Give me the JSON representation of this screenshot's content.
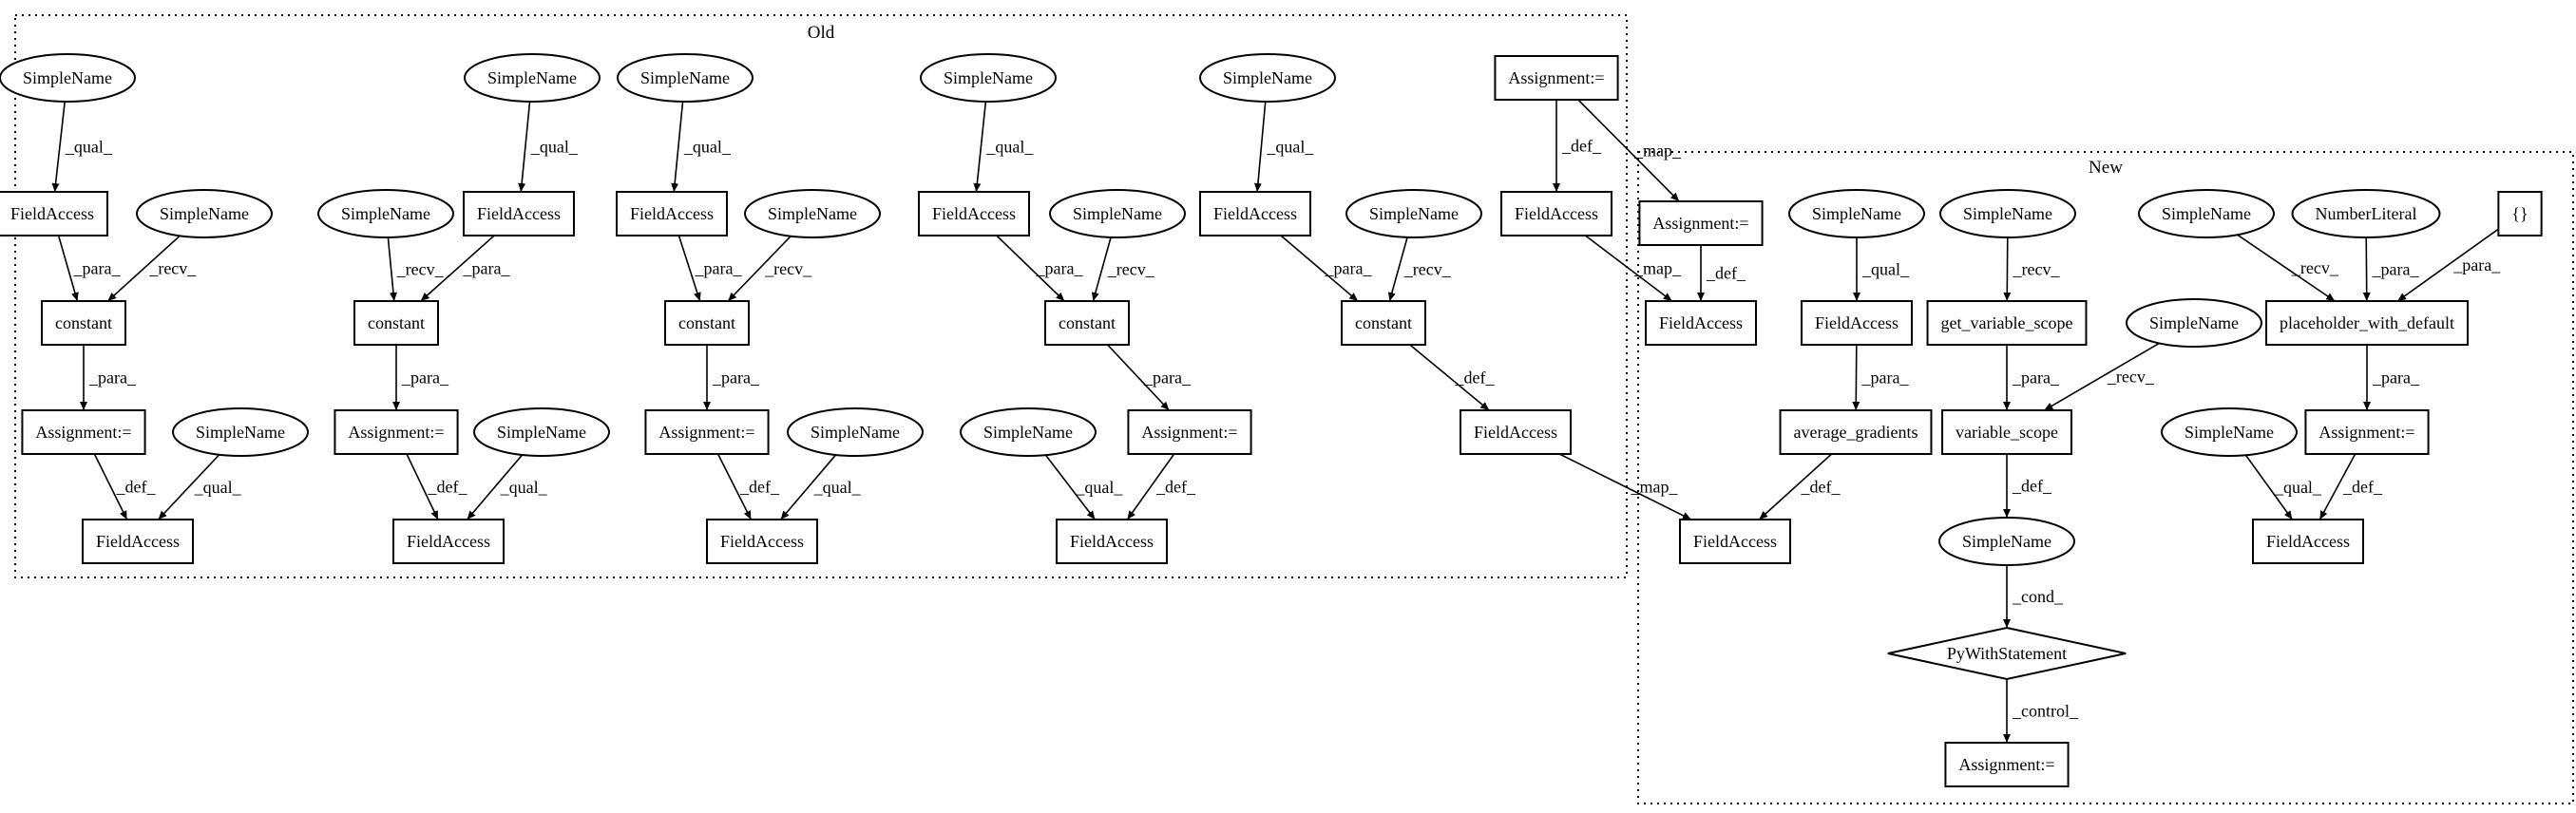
{
  "clusters": [
    {
      "id": "old",
      "label": "Old"
    },
    {
      "id": "new",
      "label": "New"
    }
  ],
  "nodes": [
    {
      "id": "o_sn1",
      "label": "SimpleName",
      "shape": "ellipse"
    },
    {
      "id": "o_fa1",
      "label": "FieldAccess",
      "shape": "box"
    },
    {
      "id": "o_sn2",
      "label": "SimpleName",
      "shape": "ellipse"
    },
    {
      "id": "o_c1",
      "label": "constant",
      "shape": "box"
    },
    {
      "id": "o_as1",
      "label": "Assignment:=",
      "shape": "box"
    },
    {
      "id": "o_sn3",
      "label": "SimpleName",
      "shape": "ellipse"
    },
    {
      "id": "o_fb1",
      "label": "FieldAccess",
      "shape": "box"
    },
    {
      "id": "o_sn4",
      "label": "SimpleName",
      "shape": "ellipse"
    },
    {
      "id": "o_sn5",
      "label": "SimpleName",
      "shape": "ellipse"
    },
    {
      "id": "o_fa2",
      "label": "FieldAccess",
      "shape": "box"
    },
    {
      "id": "o_c2",
      "label": "constant",
      "shape": "box"
    },
    {
      "id": "o_as2",
      "label": "Assignment:=",
      "shape": "box"
    },
    {
      "id": "o_sn6",
      "label": "SimpleName",
      "shape": "ellipse"
    },
    {
      "id": "o_fb2",
      "label": "FieldAccess",
      "shape": "box"
    },
    {
      "id": "o_sn7",
      "label": "SimpleName",
      "shape": "ellipse"
    },
    {
      "id": "o_fa3",
      "label": "FieldAccess",
      "shape": "box"
    },
    {
      "id": "o_sn8",
      "label": "SimpleName",
      "shape": "ellipse"
    },
    {
      "id": "o_c3",
      "label": "constant",
      "shape": "box"
    },
    {
      "id": "o_as3",
      "label": "Assignment:=",
      "shape": "box"
    },
    {
      "id": "o_sn9",
      "label": "SimpleName",
      "shape": "ellipse"
    },
    {
      "id": "o_fb3",
      "label": "FieldAccess",
      "shape": "box"
    },
    {
      "id": "o_sn10",
      "label": "SimpleName",
      "shape": "ellipse"
    },
    {
      "id": "o_fa4",
      "label": "FieldAccess",
      "shape": "box"
    },
    {
      "id": "o_sn11",
      "label": "SimpleName",
      "shape": "ellipse"
    },
    {
      "id": "o_c4",
      "label": "constant",
      "shape": "box"
    },
    {
      "id": "o_as4",
      "label": "Assignment:=",
      "shape": "box"
    },
    {
      "id": "o_sn12",
      "label": "SimpleName",
      "shape": "ellipse"
    },
    {
      "id": "o_fb4",
      "label": "FieldAccess",
      "shape": "box"
    },
    {
      "id": "o_sn13",
      "label": "SimpleName",
      "shape": "ellipse"
    },
    {
      "id": "o_fa5",
      "label": "FieldAccess",
      "shape": "box"
    },
    {
      "id": "o_sn14",
      "label": "SimpleName",
      "shape": "ellipse"
    },
    {
      "id": "o_c5",
      "label": "constant",
      "shape": "box"
    },
    {
      "id": "o_fa6",
      "label": "FieldAccess",
      "shape": "box"
    },
    {
      "id": "o_as5",
      "label": "Assignment:=",
      "shape": "box"
    },
    {
      "id": "o_fa7",
      "label": "FieldAccess",
      "shape": "box"
    },
    {
      "id": "n_as1",
      "label": "Assignment:=",
      "shape": "box"
    },
    {
      "id": "n_fa1",
      "label": "FieldAccess",
      "shape": "box"
    },
    {
      "id": "n_sn1",
      "label": "SimpleName",
      "shape": "ellipse"
    },
    {
      "id": "n_fa2",
      "label": "FieldAccess",
      "shape": "box"
    },
    {
      "id": "n_ag",
      "label": "average_gradients",
      "shape": "box"
    },
    {
      "id": "n_fa3",
      "label": "FieldAccess",
      "shape": "box"
    },
    {
      "id": "n_sn2",
      "label": "SimpleName",
      "shape": "ellipse"
    },
    {
      "id": "n_gvs",
      "label": "get_variable_scope",
      "shape": "box"
    },
    {
      "id": "n_sn3",
      "label": "SimpleName",
      "shape": "ellipse"
    },
    {
      "id": "n_vs",
      "label": "variable_scope",
      "shape": "box"
    },
    {
      "id": "n_sn4",
      "label": "SimpleName",
      "shape": "ellipse"
    },
    {
      "id": "n_pws",
      "label": "PyWithStatement",
      "shape": "diamond"
    },
    {
      "id": "n_as2",
      "label": "Assignment:=",
      "shape": "box"
    },
    {
      "id": "n_sn5",
      "label": "SimpleName",
      "shape": "ellipse"
    },
    {
      "id": "n_nl",
      "label": "NumberLiteral",
      "shape": "ellipse"
    },
    {
      "id": "n_br",
      "label": "{}",
      "shape": "box"
    },
    {
      "id": "n_pwd",
      "label": "placeholder_with_default",
      "shape": "box"
    },
    {
      "id": "n_as3",
      "label": "Assignment:=",
      "shape": "box"
    },
    {
      "id": "n_sn6",
      "label": "SimpleName",
      "shape": "ellipse"
    },
    {
      "id": "n_fa4",
      "label": "FieldAccess",
      "shape": "box"
    }
  ],
  "edges": [
    {
      "from": "o_sn1",
      "to": "o_fa1",
      "label": "_qual_"
    },
    {
      "from": "o_fa1",
      "to": "o_c1",
      "label": "_para_"
    },
    {
      "from": "o_sn2",
      "to": "o_c1",
      "label": "_recv_"
    },
    {
      "from": "o_c1",
      "to": "o_as1",
      "label": "_para_"
    },
    {
      "from": "o_as1",
      "to": "o_fb1",
      "label": "_def_"
    },
    {
      "from": "o_sn3",
      "to": "o_fb1",
      "label": "_qual_"
    },
    {
      "from": "o_sn4",
      "to": "o_fa2",
      "label": "_qual_"
    },
    {
      "from": "o_sn5",
      "to": "o_c2",
      "label": "_recv_"
    },
    {
      "from": "o_fa2",
      "to": "o_c2",
      "label": "_para_"
    },
    {
      "from": "o_c2",
      "to": "o_as2",
      "label": "_para_"
    },
    {
      "from": "o_as2",
      "to": "o_fb2",
      "label": "_def_"
    },
    {
      "from": "o_sn6",
      "to": "o_fb2",
      "label": "_qual_"
    },
    {
      "from": "o_sn7",
      "to": "o_fa3",
      "label": "_qual_"
    },
    {
      "from": "o_fa3",
      "to": "o_c3",
      "label": "_para_"
    },
    {
      "from": "o_sn8",
      "to": "o_c3",
      "label": "_recv_"
    },
    {
      "from": "o_c3",
      "to": "o_as3",
      "label": "_para_"
    },
    {
      "from": "o_as3",
      "to": "o_fb3",
      "label": "_def_"
    },
    {
      "from": "o_sn9",
      "to": "o_fb3",
      "label": "_qual_"
    },
    {
      "from": "o_sn10",
      "to": "o_fa4",
      "label": "_qual_"
    },
    {
      "from": "o_fa4",
      "to": "o_c4",
      "label": "_para_"
    },
    {
      "from": "o_sn11",
      "to": "o_c4",
      "label": "_recv_"
    },
    {
      "from": "o_c4",
      "to": "o_as4",
      "label": "_para_"
    },
    {
      "from": "o_sn12",
      "to": "o_fb4",
      "label": "_qual_"
    },
    {
      "from": "o_as4",
      "to": "o_fb4",
      "label": "_def_"
    },
    {
      "from": "o_sn13",
      "to": "o_fa5",
      "label": "_qual_"
    },
    {
      "from": "o_fa5",
      "to": "o_c5",
      "label": "_para_"
    },
    {
      "from": "o_sn14",
      "to": "o_c5",
      "label": "_recv_"
    },
    {
      "from": "o_c5",
      "to": "o_fa6",
      "label": "_def_"
    },
    {
      "from": "o_fa6",
      "to": "n_fa3",
      "label": "_map_"
    },
    {
      "from": "o_as5",
      "to": "o_fa7",
      "label": "_def_"
    },
    {
      "from": "o_as5",
      "to": "n_as1",
      "label": "_map_"
    },
    {
      "from": "o_fa7",
      "to": "n_fa1",
      "label": "_map_"
    },
    {
      "from": "n_as1",
      "to": "n_fa1",
      "label": "_def_"
    },
    {
      "from": "n_sn1",
      "to": "n_fa2",
      "label": "_qual_"
    },
    {
      "from": "n_fa2",
      "to": "n_ag",
      "label": "_para_"
    },
    {
      "from": "n_ag",
      "to": "n_fa3",
      "label": "_def_"
    },
    {
      "from": "n_sn2",
      "to": "n_gvs",
      "label": "_recv_"
    },
    {
      "from": "n_gvs",
      "to": "n_vs",
      "label": "_para_"
    },
    {
      "from": "n_sn3",
      "to": "n_vs",
      "label": "_recv_"
    },
    {
      "from": "n_vs",
      "to": "n_sn4",
      "label": "_def_"
    },
    {
      "from": "n_sn4",
      "to": "n_pws",
      "label": "_cond_"
    },
    {
      "from": "n_pws",
      "to": "n_as2",
      "label": "_control_"
    },
    {
      "from": "n_sn5",
      "to": "n_pwd",
      "label": "_recv_"
    },
    {
      "from": "n_nl",
      "to": "n_pwd",
      "label": "_para_"
    },
    {
      "from": "n_br",
      "to": "n_pwd",
      "label": "_para_"
    },
    {
      "from": "n_pwd",
      "to": "n_as3",
      "label": "_para_"
    },
    {
      "from": "n_sn6",
      "to": "n_fa4",
      "label": "_qual_"
    },
    {
      "from": "n_as3",
      "to": "n_fa4",
      "label": "_def_"
    }
  ]
}
